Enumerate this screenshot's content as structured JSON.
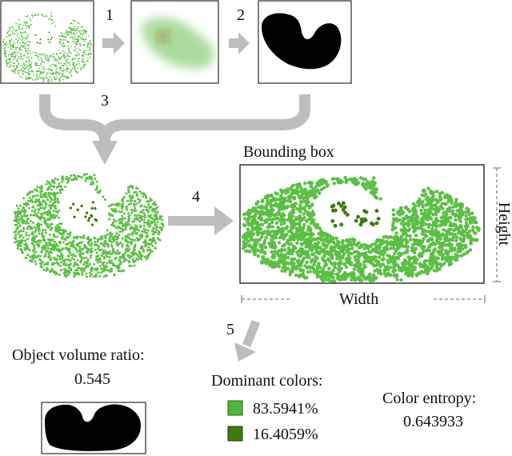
{
  "steps": [
    "1",
    "2",
    "3",
    "4",
    "5"
  ],
  "bounding_box": {
    "title": "Bounding box",
    "height_label": "Height",
    "width_label": "Width"
  },
  "volume_ratio": {
    "label": "Object volume ratio:",
    "value": "0.545"
  },
  "dominant_colors": {
    "label": "Dominant colors:",
    "items": [
      {
        "percent": "83.5941%",
        "color": "#4fb83a"
      },
      {
        "percent": "16.4059%",
        "color": "#3e7a12"
      }
    ]
  },
  "color_entropy": {
    "label": "Color entropy:",
    "value": "0.643933"
  },
  "colors": {
    "light_green": "#5cbf45",
    "dark_green": "#3e7a12",
    "arrow_gray": "#bdbdbd",
    "mask_black": "#000000",
    "dashed_gray": "#9a9a9a"
  }
}
